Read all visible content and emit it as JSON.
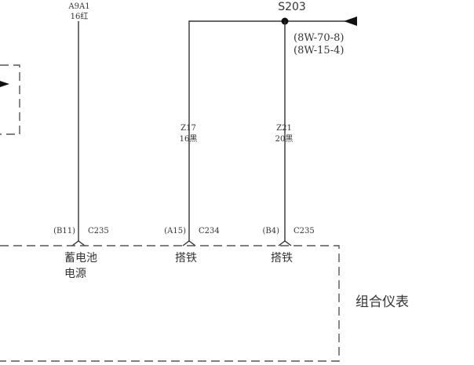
{
  "wires": [
    {
      "id": "A9A1",
      "gauge_color": "16红"
    },
    {
      "id": "Z17",
      "gauge_color": "16黑"
    },
    {
      "id": "Z21",
      "gauge_color": "20黑"
    }
  ],
  "splice": {
    "name": "S203",
    "refs": [
      "(8W-70-8)",
      "(8W-15-4)"
    ]
  },
  "pins": [
    {
      "pin": "(B11)",
      "connector": "C235",
      "function_lines": [
        "蓄电池",
        "电源"
      ]
    },
    {
      "pin": "(A15)",
      "connector": "C234",
      "function_lines": [
        "搭铁"
      ]
    },
    {
      "pin": "(B4)",
      "connector": "C235",
      "function_lines": [
        "搭铁"
      ]
    }
  ],
  "component": {
    "name": "组合仪表"
  }
}
